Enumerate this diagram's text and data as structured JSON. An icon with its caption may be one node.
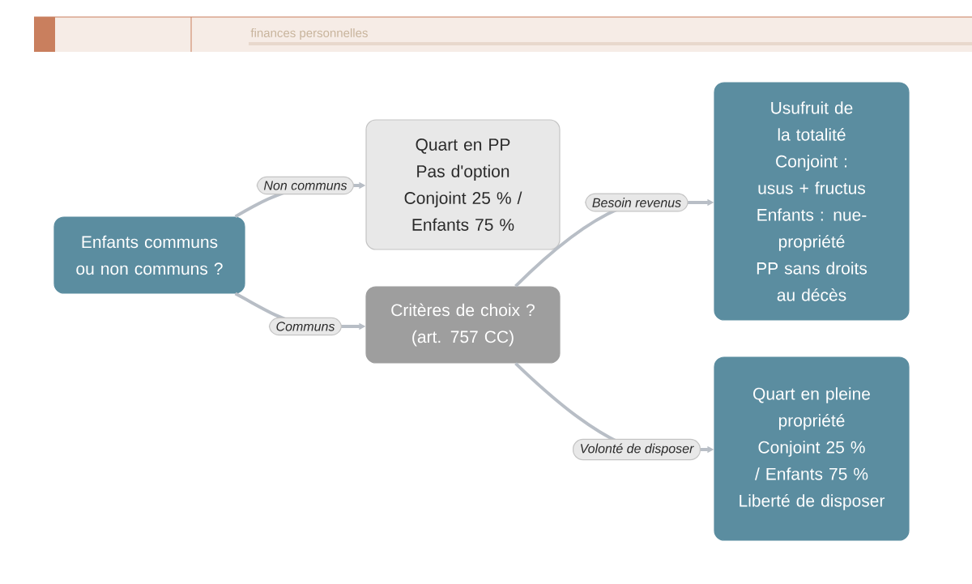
{
  "diagram": {
    "nodes": [
      {
        "text": [
          "Enfants communs ou non communs ?"
        ]
      },
      {
        "text": [
          "Quart en PP",
          "Pas d'option",
          "Conjoint 25 % / Enfants 75 %"
        ]
      },
      {
        "text": [
          "Critères de choix ?",
          "(art. 757 CC)"
        ]
      },
      {
        "text": [
          "Usufruit de la totalité",
          "Conjoint : usus + fructus",
          "Enfants : nue-propriété",
          "PP sans droits au décès"
        ]
      },
      {
        "text": [
          "Quart en pleine propriété",
          "Conjoint 25 % / Enfants 75 %",
          "Liberté de disposer"
        ]
      }
    ],
    "edges": [
      {
        "from": 0,
        "to": 1,
        "arrow": "to",
        "label": "Non communs"
      },
      {
        "from": 0,
        "to": 2,
        "arrow": "to",
        "label": "Communs"
      },
      {
        "from": 2,
        "to": 3,
        "arrow": "to",
        "label": "Besoin revenus"
      },
      {
        "from": 2,
        "to": 4,
        "arrow": "to",
        "label": "Volonté de disposer"
      }
    ],
    "labels": [
      "finances personnelles"
    ]
  }
}
